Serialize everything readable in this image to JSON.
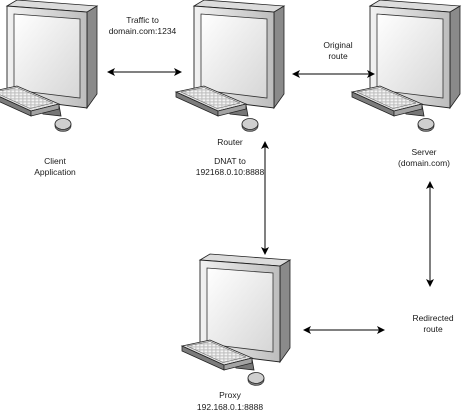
{
  "nodes": {
    "client": {
      "lines": [
        "Client",
        "Application"
      ],
      "icon": "desktop-computer-icon"
    },
    "router": {
      "name": "Router",
      "dnat_lines": [
        "DNAT to",
        "192168.0.10:8888"
      ],
      "icon": "desktop-computer-icon"
    },
    "server": {
      "lines": [
        "Server",
        "(domain.com)"
      ],
      "icon": "desktop-computer-icon"
    },
    "proxy": {
      "name": "Proxy",
      "address": "192.168.0.1:8888",
      "icon": "desktop-computer-icon"
    }
  },
  "edges": {
    "client_router": {
      "lines": [
        "Traffic to",
        "domain.com:1234"
      ]
    },
    "router_server": {
      "lines": [
        "Original",
        "route"
      ]
    },
    "proxy_server": {
      "lines": [
        "Redirected",
        "route"
      ]
    }
  },
  "colors": {
    "monitor_light": "#f0f0f0",
    "monitor_dark": "#8a8a8a",
    "outline": "#222222",
    "line": "#000000"
  }
}
